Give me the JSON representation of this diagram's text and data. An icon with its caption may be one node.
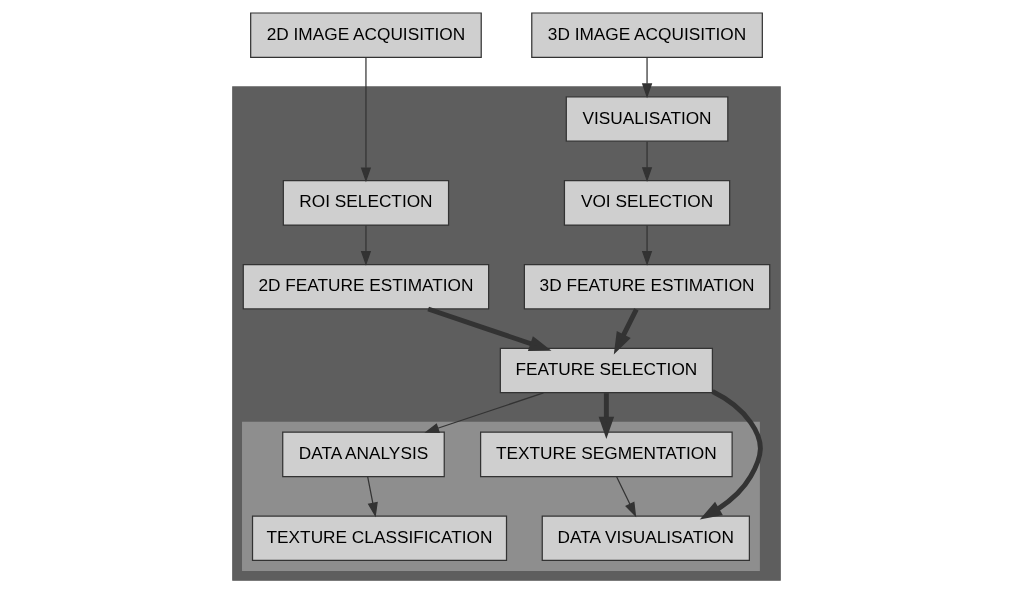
{
  "diagram": {
    "nodes": [
      {
        "text": [
          "2D IMAGE ACQUISITION"
        ]
      },
      {
        "text": [
          "3D IMAGE ACQUISITION"
        ]
      },
      {
        "text": [],
        "shape": "box"
      },
      {
        "text": [
          "VISUALISATION"
        ],
        "in": 2
      },
      {
        "text": [
          "FEATURE SELECTION"
        ],
        "in": 2
      },
      {
        "text": [
          "ROI SELECTION"
        ],
        "in": 2
      },
      {
        "text": [
          "VOI SELECTION"
        ],
        "in": 2
      },
      {
        "text": [
          "2D FEATURE ESTIMATION"
        ],
        "in": 2
      },
      {
        "text": [
          "3D FEATURE ESTIMATION"
        ],
        "in": 2
      },
      {
        "text": [],
        "shape": "box",
        "in": 2
      },
      {
        "text": [
          "DATA ANALYSIS"
        ],
        "in": 9
      },
      {
        "text": [
          "TEXTURE SEGMENTATION"
        ],
        "in": 9
      },
      {
        "text": [
          "TEXTURE CLASSIFICATION"
        ],
        "in": 9
      },
      {
        "text": [
          "DATA VISUALISATION"
        ],
        "in": 9
      }
    ],
    "edges": [
      {
        "from": 0,
        "to": 5,
        "arrow": "to"
      },
      {
        "from": 1,
        "to": 3,
        "arrow": "to"
      },
      {
        "from": 3,
        "to": 6,
        "arrow": "to"
      },
      {
        "from": 5,
        "to": 7,
        "arrow": "to"
      },
      {
        "from": 6,
        "to": 8,
        "arrow": "to"
      },
      {
        "from": 7,
        "to": 4,
        "arrow": "to",
        "style": "thick"
      },
      {
        "from": 8,
        "to": 4,
        "arrow": "to",
        "style": "thick"
      },
      {
        "from": 4,
        "to": 10,
        "arrow": "to"
      },
      {
        "from": 4,
        "to": 11,
        "arrow": "to",
        "style": "thick"
      },
      {
        "from": 4,
        "to": 13,
        "arrow": "to",
        "style": "thick"
      },
      {
        "from": 10,
        "to": 12,
        "arrow": "to"
      },
      {
        "from": 11,
        "to": 13,
        "arrow": "to"
      }
    ]
  }
}
